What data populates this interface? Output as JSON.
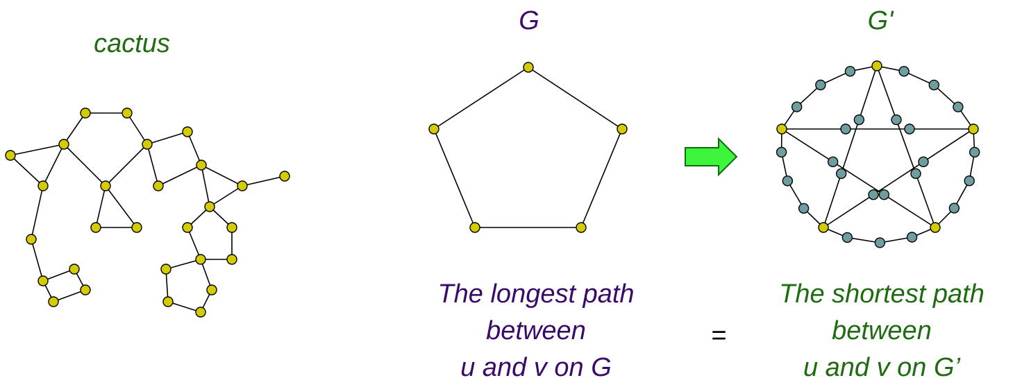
{
  "labels": {
    "cactus": "cactus",
    "g": "G",
    "g_prime": "G'",
    "longest_line1": "The longest path",
    "longest_line2": "between",
    "longest_line3": "u and v on G",
    "equals": "=",
    "shortest_line1": "The shortest path",
    "shortest_line2": "between",
    "shortest_line3": "u and v on G’"
  },
  "colors": {
    "node_yellow": "#d4cc00",
    "node_teal": "#6f9ea0",
    "purple_text": "#3a0a6b",
    "green_text": "#1f6b12",
    "arrow_fill": "#3cf53c",
    "arrow_stroke": "#0e6b0e"
  },
  "icons": {
    "transform_arrow": "right-arrow-icon"
  }
}
